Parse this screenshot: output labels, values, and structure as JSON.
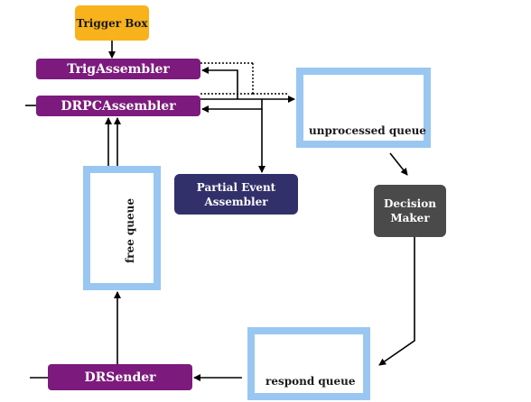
{
  "nodes": {
    "trigger_box": "Trigger Box",
    "trig_assembler": "TrigAssembler",
    "drpc_assembler": "DRPCAssembler",
    "partial_event_assembler": "Partial Event\nAssembler",
    "decision_maker": "Decision\nMaker",
    "dr_sender": "DRSender"
  },
  "queues": {
    "unprocessed": "unprocessed queue",
    "free": "free queue",
    "respond": "respond queue"
  },
  "colors": {
    "trigger_box": "#f7b21c",
    "assembler_purple": "#7d1a7d",
    "partial_event_navy": "#32306a",
    "decision_maker_gray": "#4a4a4a",
    "queue_border": "#99c7f2",
    "arrow": "#000000"
  }
}
